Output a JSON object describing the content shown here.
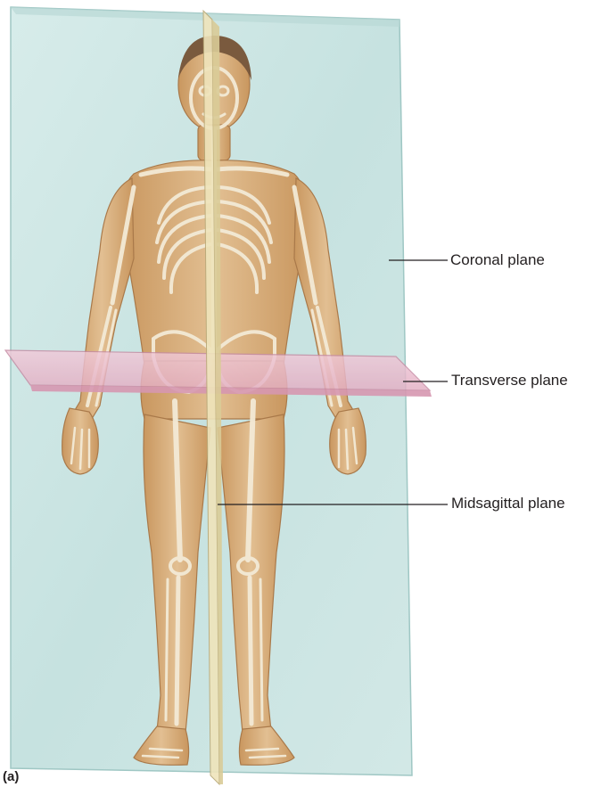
{
  "panel_letter": "(a)",
  "labels": {
    "coronal": "Coronal plane",
    "transverse": "Transverse plane",
    "midsagittal": "Midsagittal plane"
  },
  "colors": {
    "coronal_plane": "#cfe8e6",
    "transverse_plane": "#e9b9cc",
    "midsagittal_plane": "#f3ecc8",
    "skin": "#d9b48a",
    "bone": "#f1e6cf",
    "leader_line": "#231f20"
  }
}
